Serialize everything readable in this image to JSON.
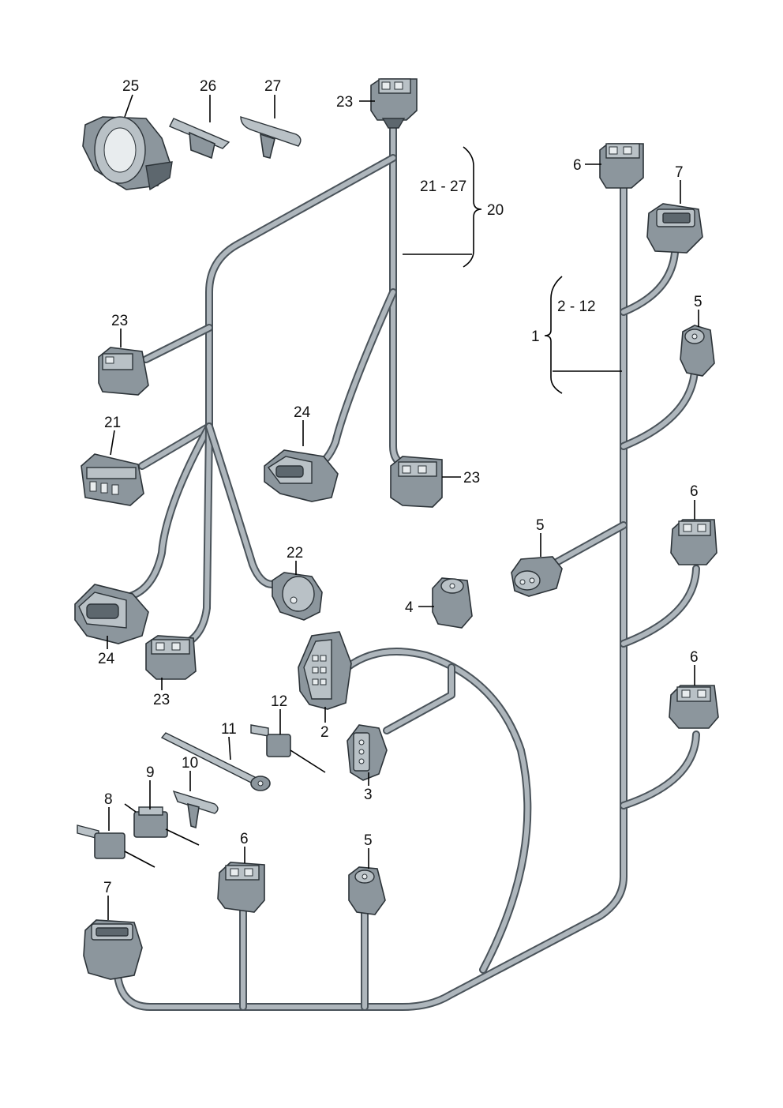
{
  "labels": {
    "p25": "25",
    "p26": "26",
    "p27": "27",
    "p23_top": "23",
    "range_21_27": "21 - 27",
    "p20": "20",
    "p6_top": "6",
    "p7_top": "7",
    "range_2_12": "2 - 12",
    "p1": "1",
    "p5_right_upper": "5",
    "p23_left": "23",
    "p24_mid": "24",
    "p21": "21",
    "p23_mid": "23",
    "p22": "22",
    "p24_left": "24",
    "p23_lower": "23",
    "p6_right_mid": "6",
    "p5_mid": "5",
    "p4": "4",
    "p2": "2",
    "p6_right_lower": "6",
    "p12": "12",
    "p11": "11",
    "p10": "10",
    "p9": "9",
    "p3": "3",
    "p8": "8",
    "p6_bottom": "6",
    "p5_bottom": "5",
    "p7_bottom": "7"
  },
  "colors": {
    "wire_outline": "#4a535a",
    "wire_fill": "#aeb6bc",
    "connector_body": "#8c969d",
    "connector_light": "#b9c1c6",
    "connector_dark": "#5d676e",
    "label_text": "#111111"
  }
}
